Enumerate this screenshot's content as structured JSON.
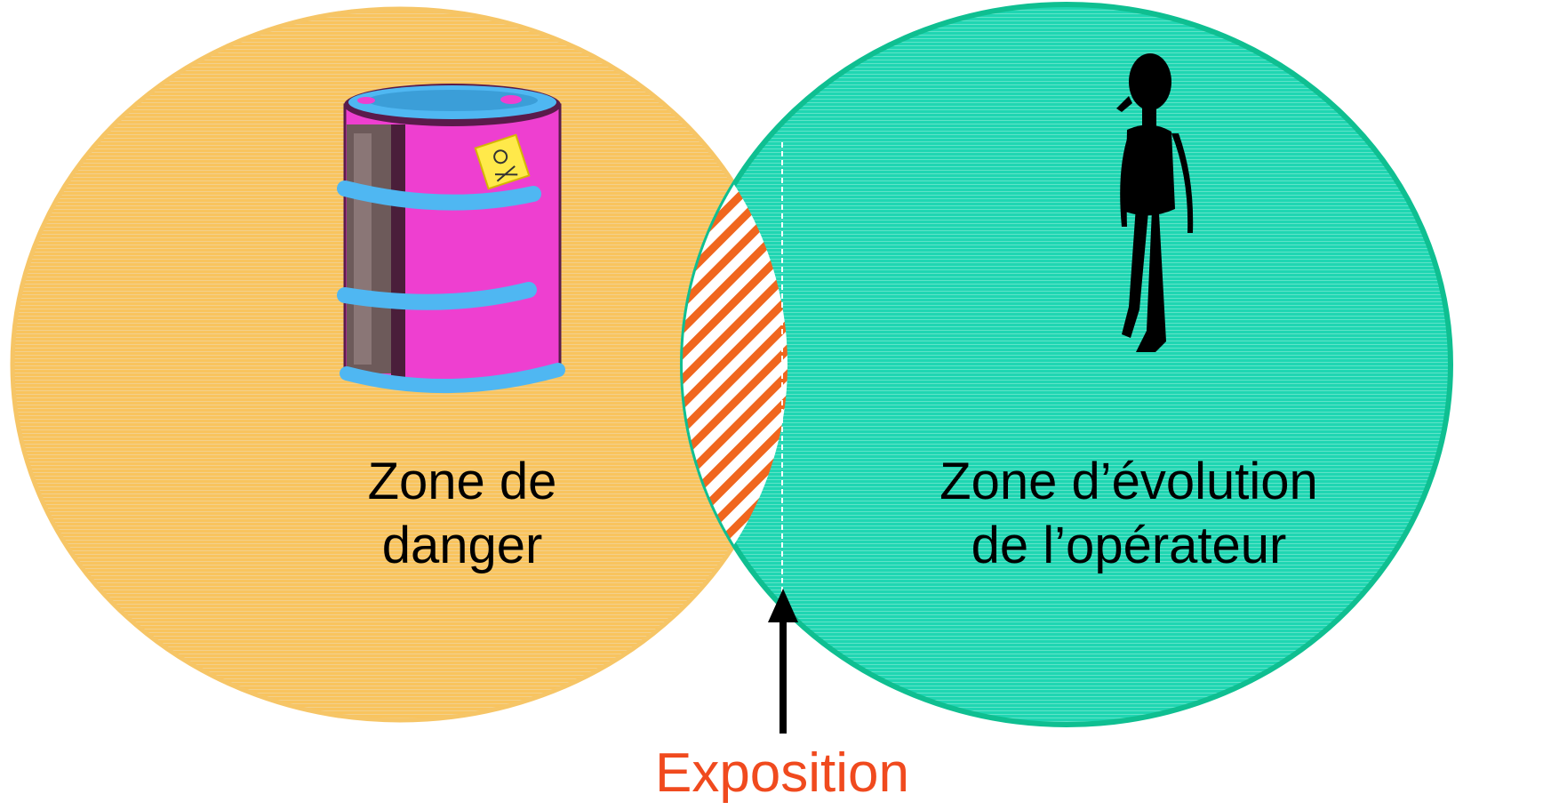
{
  "diagram": {
    "danger_zone": {
      "line1": "Zone de",
      "line2": "danger",
      "fill_color": "#f9c45e",
      "stroke_color": "#f6c566",
      "icon": "toxic-barrel-icon"
    },
    "operator_zone": {
      "line1": "Zone d’évolution",
      "line2": "de l’opérateur",
      "fill_color": "#1fd6b2",
      "stroke_color": "#0fbf91",
      "icon": "person-icon"
    },
    "exposition": {
      "label": "Exposition",
      "color": "#f04a1e",
      "hatch_color": "#f0661e",
      "arrow_color": "#000000"
    }
  }
}
